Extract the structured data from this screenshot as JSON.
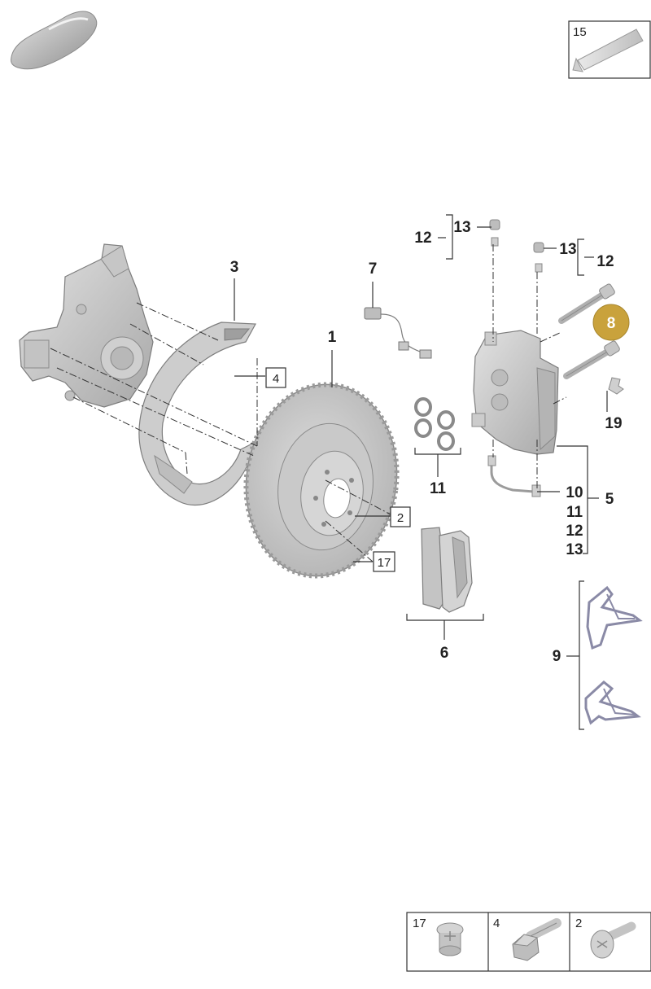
{
  "callouts": {
    "n1": "1",
    "n3": "3",
    "n5": "5",
    "n6": "6",
    "n7": "7",
    "n8": "8",
    "n9": "9",
    "n11": "11",
    "n19": "19",
    "n12a": "12",
    "n13a": "13",
    "n12b": "12",
    "n13b": "13",
    "n10c": "10",
    "n11c": "11",
    "n12c": "12",
    "n13c": "13"
  },
  "boxed": {
    "b4": "4",
    "b2": "2",
    "b17": "17"
  },
  "top_box": {
    "label": "15"
  },
  "bottom_table": {
    "c17": "17",
    "c4": "4",
    "c2": "2"
  },
  "colors": {
    "highlight": "#c9a23c",
    "part_fill": "#d6d6d6",
    "part_dark": "#a7a7a7",
    "clip": "#8a8aa6"
  }
}
